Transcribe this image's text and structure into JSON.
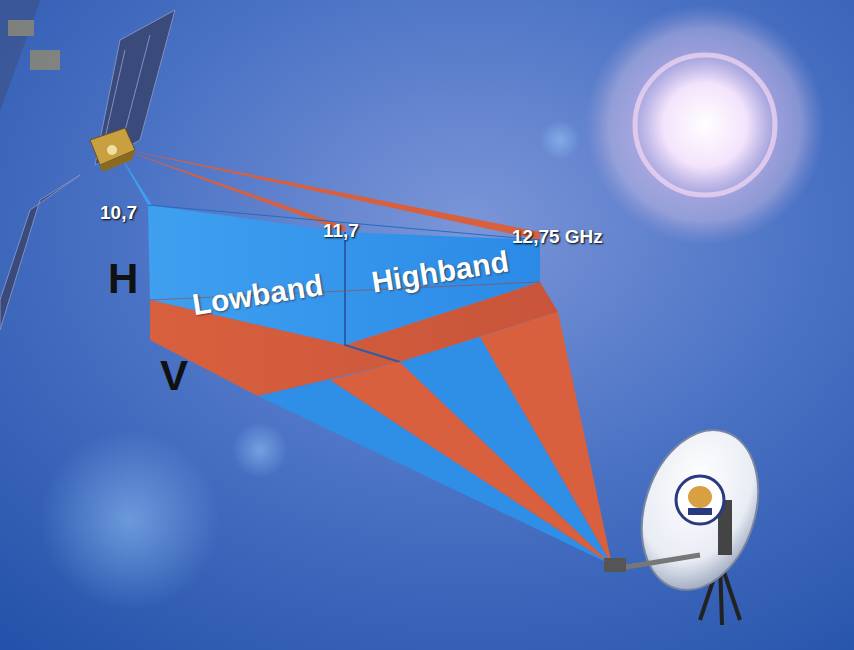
{
  "diagram": {
    "nodes": [
      {
        "text": [
          "Lowband"
        ]
      },
      {
        "text": [
          "Highband"
        ]
      }
    ],
    "labels": [
      "10,7",
      "11,7",
      "12,75 GHz",
      "H",
      "V"
    ]
  }
}
